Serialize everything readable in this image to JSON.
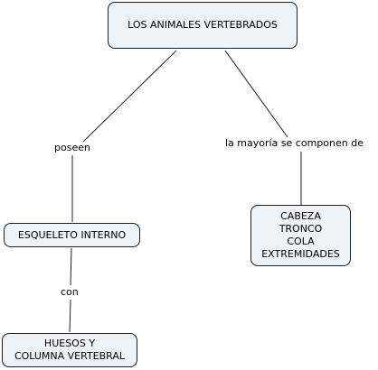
{
  "concept_map": {
    "nodes": {
      "root": "LOS ANIMALES VERTEBRADOS",
      "skeleton": "ESQUELETO INTERNO",
      "bones": "HUESOS Y\nCOLUMNA VERTEBRAL",
      "parts": "CABEZA\nTRONCO\nCOLA\nEXTREMIDADES"
    },
    "links": {
      "root_to_skeleton": "poseen",
      "skeleton_to_bones": "con",
      "root_to_parts": "la mayoría se componen de"
    }
  }
}
